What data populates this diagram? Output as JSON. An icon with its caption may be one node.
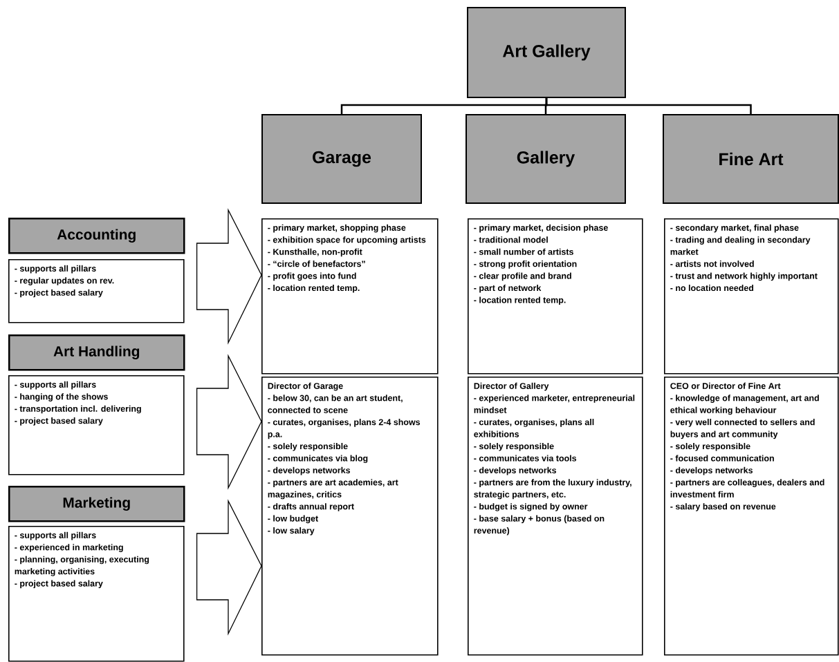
{
  "diagram": {
    "nodes": [
      {
        "text": [
          "Art Gallery"
        ]
      },
      {
        "text": [
          "Garage"
        ]
      },
      {
        "text": [
          "Gallery"
        ]
      },
      {
        "text": [
          "Fine Art"
        ]
      },
      {
        "text": [
          "- primary market, shopping phase",
          "- exhibition space for upcoming artists",
          "- Kunsthalle, non-profit",
          "- “circle of benefactors”",
          "- profit goes into fund",
          "- location rented temp."
        ]
      },
      {
        "text": [
          "Director of Garage",
          "- below 30, can be an art student, connected to scene",
          "- curates, organises, plans 2-4 shows p.a.",
          "- solely responsible",
          "- communicates via blog",
          "- develops networks",
          "- partners are art academies, art magazines, critics",
          "- drafts annual report",
          "- low budget",
          "- low salary"
        ]
      },
      {
        "text": [
          "- primary market, decision phase",
          "- traditional model",
          "- small number of artists",
          "- strong profit orientation",
          "- clear profile and brand",
          "- part of network",
          "- location rented temp."
        ]
      },
      {
        "text": [
          "Director of Gallery",
          "- experienced marketer, entrepreneurial mindset",
          "- curates, organises, plans all exhibitions",
          "- solely responsible",
          "- communicates via tools",
          "- develops networks",
          "- partners are from the luxury industry, strategic partners, etc.",
          "- budget is signed by owner",
          "- base salary + bonus (based on revenue)"
        ]
      },
      {
        "text": [
          "- secondary market, final phase",
          "- trading and dealing in secondary market",
          "- artists not involved",
          "- trust and network highly important",
          "- no location needed"
        ]
      },
      {
        "text": [
          "CEO or Director of Fine Art",
          "- knowledge of management, art and ethical working behaviour",
          "- very well connected to sellers and buyers and art community",
          "- solely responsible",
          "- focused communication",
          "- develops networks",
          "- partners are colleagues, dealers and investment firm",
          "- salary based on revenue"
        ]
      },
      {
        "text": [
          "Accounting"
        ]
      },
      {
        "text": [
          "- supports all pillars",
          "- regular updates on rev.",
          "- project based salary"
        ]
      },
      {
        "text": [
          "Art Handling"
        ]
      },
      {
        "text": [
          "- supports all pillars",
          "- hanging of the shows",
          "- transportation incl. delivering",
          "- project based salary"
        ]
      },
      {
        "text": [
          "Marketing"
        ]
      },
      {
        "text": [
          "- supports all pillars",
          "- experienced in marketing",
          "- planning, organising, executing marketing activities",
          "- project based salary"
        ]
      }
    ],
    "edges": [
      {
        "from": 0,
        "to": 1,
        "arrow": "none"
      },
      {
        "from": 0,
        "to": 2,
        "arrow": "none"
      },
      {
        "from": 0,
        "to": 3,
        "arrow": "none"
      },
      {
        "from": 11,
        "to": 4,
        "arrow": "to"
      },
      {
        "from": 13,
        "to": 5,
        "arrow": "to"
      },
      {
        "from": 15,
        "to": 5,
        "arrow": "to"
      }
    ]
  }
}
